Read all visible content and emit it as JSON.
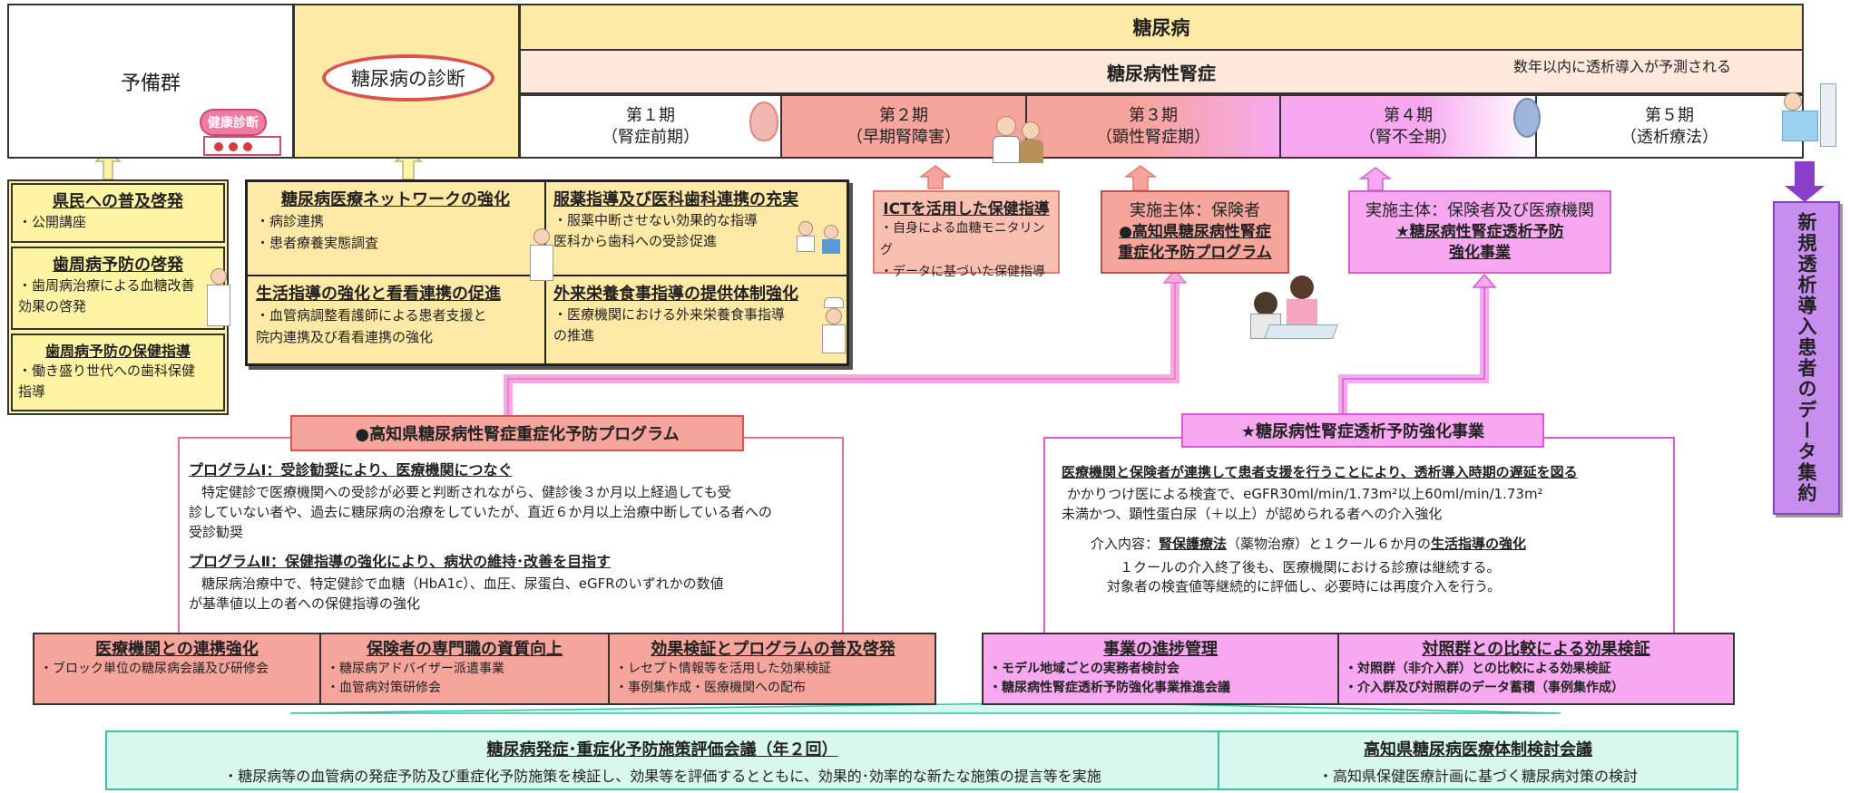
{
  "top": {
    "yobigun": "予備群",
    "diagnosis": "糖尿病の診断",
    "diabetes": "糖尿病",
    "nephropathy": "糖尿病性腎症",
    "dialysis_note": "数年以内に透析導入が予測される",
    "health_check_sign": "健康診断",
    "stages": [
      {
        "name": "第１期",
        "sub": "（腎症前期）"
      },
      {
        "name": "第２期",
        "sub": "（早期腎障害）"
      },
      {
        "name": "第３期",
        "sub": "（顕性腎症期）"
      },
      {
        "name": "第４期",
        "sub": "（腎不全期）"
      },
      {
        "name": "第５期",
        "sub": "（透析療法）"
      }
    ]
  },
  "left_boxes": [
    {
      "title": "県民への普及啓発",
      "items": [
        "・公開講座"
      ]
    },
    {
      "title": "歯周病予防の啓発",
      "items": [
        "・歯周病治療による血糖改善",
        "効果の啓発"
      ]
    },
    {
      "title": "歯周病予防の保健指導",
      "items": [
        "・働き盛り世代への歯科保健",
        "指導"
      ]
    }
  ],
  "grid": [
    {
      "title": "糖尿病医療ネットワークの強化",
      "items": [
        "・病診連携",
        "・患者療養実態調査"
      ]
    },
    {
      "title": "服薬指導及び医科歯科連携の充実",
      "items": [
        "・服薬中断させない効果的な指導",
        "医科から歯科への受診促進"
      ]
    },
    {
      "title": "生活指導の強化と看看連携の促進",
      "items": [
        "・血管病調整看護師による患者支援と",
        "院内連携及び看看連携の強化"
      ]
    },
    {
      "title": "外来栄養食事指導の提供体制強化",
      "items": [
        "・医療機関における外来栄養食事指導",
        "の推進"
      ]
    }
  ],
  "ict": {
    "title": "ICTを活用した保健指導",
    "items": [
      "・自身による血糖モニタリング",
      "・データに基づいた保健指導"
    ]
  },
  "insurer_box": {
    "line1": "実施主体：保険者",
    "line2": "●高知県糖尿病性腎症",
    "line3": "重症化予防プログラム"
  },
  "both_box": {
    "line1": "実施主体：保険者及び医療機関",
    "line2": "★糖尿病性腎症透析予防",
    "line3": "強化事業"
  },
  "right_vertical": "新規透析導入患者のデータ集約",
  "program": {
    "header": "●高知県糖尿病性腎症重症化予防プログラム",
    "p1_title": "プログラムⅠ：受診勧奨により、医療機関につなぐ",
    "p1_lines": [
      "特定健診で医療機関への受診が必要と判断されながら、健診後３か月以上経過しても受",
      "診していない者や、過去に糖尿病の治療をしていたが、直近６か月以上治療中断している者への",
      "受診勧奨"
    ],
    "p2_title": "プログラムⅡ：保健指導の強化により、病状の維持･改善を目指す",
    "p2_lines": [
      "糖尿病治療中で、特定健診で血糖（HbA1c）、血圧、尿蛋白、eGFRのいずれかの数値",
      "が基準値以上の者への保健指導の強化"
    ]
  },
  "program_sub": [
    {
      "title": "医療機関との連携強化",
      "items": [
        "・ブロック単位の糖尿病会議及び研修会"
      ]
    },
    {
      "title": "保険者の専門職の資質向上",
      "items": [
        "・糖尿病アドバイザー派遣事業",
        "・血管病対策研修会"
      ]
    },
    {
      "title": "効果検証とプログラムの普及啓発",
      "items": [
        "・レセプト情報等を活用した効果検証",
        "・事例集作成・医療機関への配布"
      ]
    }
  ],
  "dialysis_prog": {
    "header": "★糖尿病性腎症透析予防強化事業",
    "title": "医療機関と保険者が連携して患者支援を行うことにより、透析導入時期の遅延を図る",
    "lines": [
      "かかりつけ医による検査で、eGFR30ml/min/1.73m²以上60ml/min/1.73m²",
      "未満かつ、顕性蛋白尿（＋以上）が認められる者への介入強化"
    ],
    "content_prefix": "介入内容：",
    "content_u1": "腎保護療法",
    "content_mid": "（薬物治療）と１クール６か月の",
    "content_u2": "生活指導の強化",
    "tail": [
      "１クールの介入終了後も、医療機関における診療は継続する。",
      "対象者の検査値等継続的に評価し、必要時には再度介入を行う。"
    ]
  },
  "dialysis_sub": [
    {
      "title": "事業の進捗管理",
      "items": [
        "・モデル地域ごとの実務者検討会",
        "・糖尿病性腎症透析予防強化事業推進会議"
      ]
    },
    {
      "title": "対照群との比較による効果検証",
      "items": [
        "・対照群（非介入群）との比較による効果検証",
        "・介入群及び対照群のデータ蓄積（事例集作成）"
      ]
    }
  ],
  "bottom": {
    "left_title": "糖尿病発症･重症化予防施策評価会議（年２回）",
    "left_text": "・糖尿病等の血管病の発症予防及び重症化予防施策を検証し、効果等を評価するとともに、効果的･効率的な新たな施策の提言等を実施",
    "right_title": "高知県糖尿病医療体制検討会議",
    "right_text": "・高知県保健医療計画に基づく糖尿病対策の検討"
  },
  "colors": {
    "yellow": "#fff4a3",
    "cream": "#ffe9a6",
    "peach": "#ffe8dc",
    "salmon": "#f6a59c",
    "pink_box": "#f9b6a8",
    "magenta": "#f7a8f0",
    "violet": "#c78ef0",
    "teal_bg": "#d8f7ee",
    "teal_border": "#36c2a3"
  }
}
